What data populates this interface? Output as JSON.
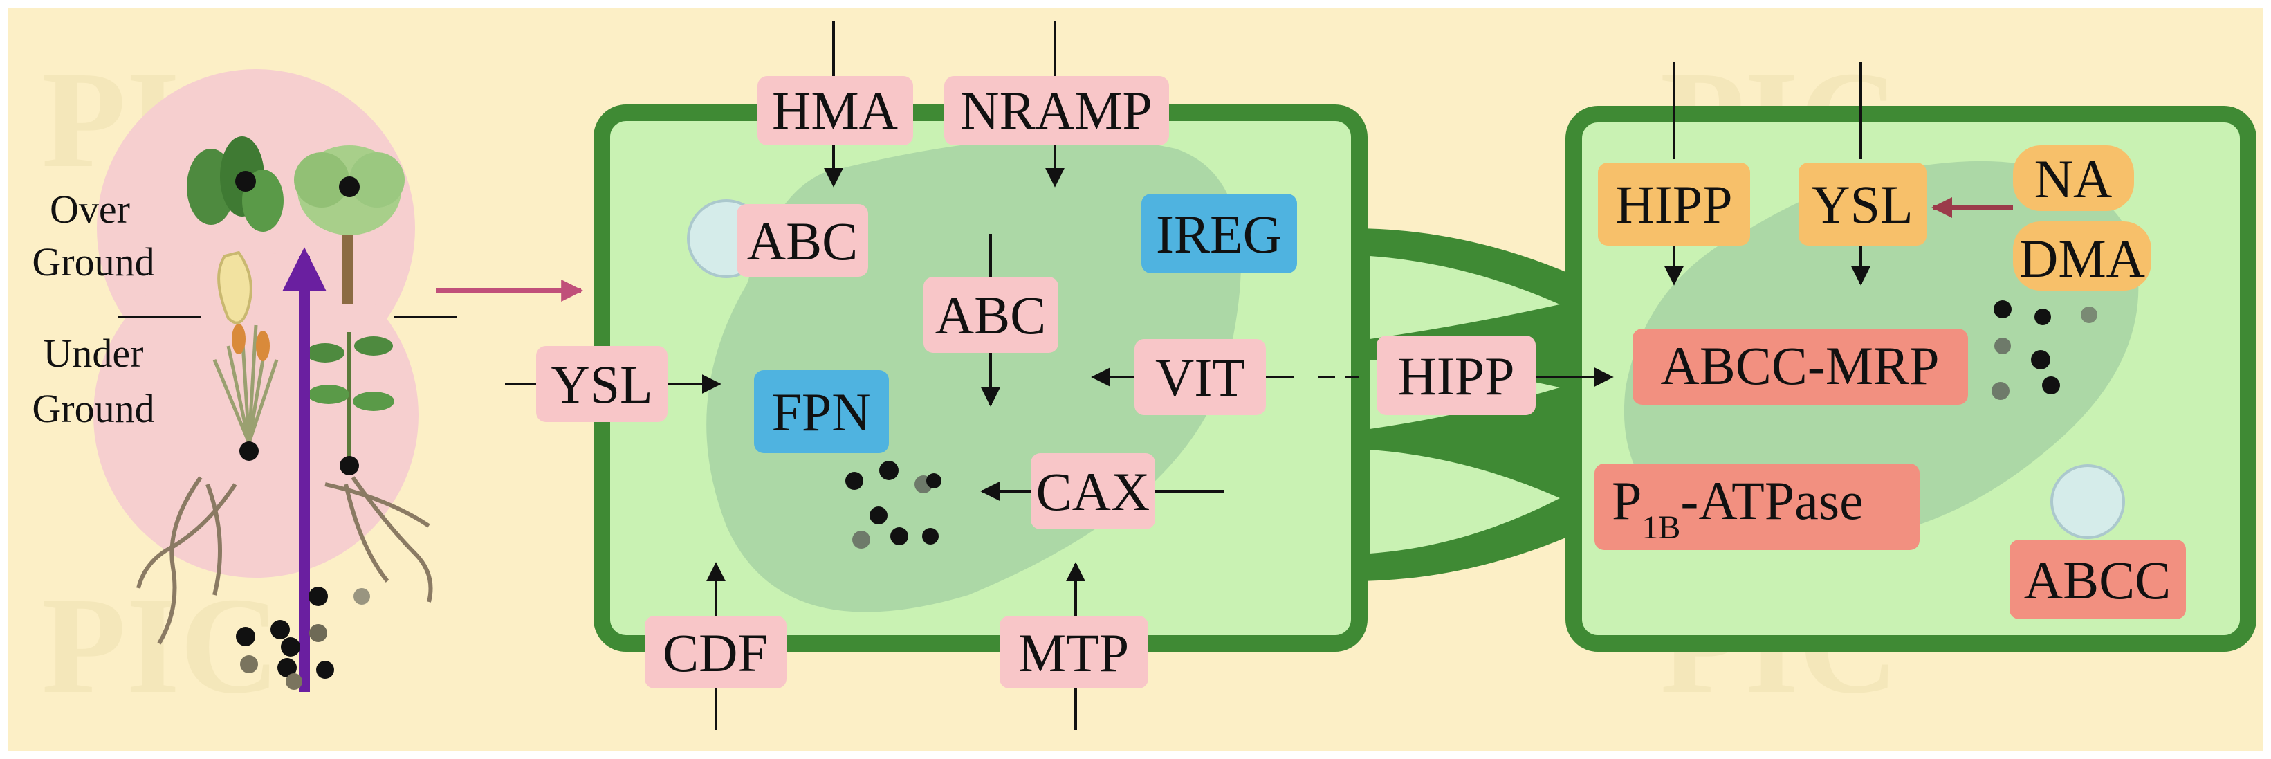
{
  "labels": {
    "over_ground_1": "Over",
    "over_ground_2": "Ground",
    "under_ground_1": "Under",
    "under_ground_2": "Ground"
  },
  "cell1": {
    "hma": "HMA",
    "nramp": "NRAMP",
    "abc_top": "ABC",
    "ireg": "IREG",
    "abc_mid": "ABC",
    "ysl": "YSL",
    "fpn": "FPN",
    "vit": "VIT",
    "cax": "CAX",
    "cdf": "CDF",
    "mtp": "MTP"
  },
  "junction": {
    "hipp": "HIPP"
  },
  "cell2": {
    "hipp": "HIPP",
    "ysl": "YSL",
    "na": "NA",
    "dma": "DMA",
    "abcc_mrp": "ABCC-MRP",
    "p1b_main": "P",
    "p1b_sub": "1B",
    "p1b_rest": "-ATPase",
    "abcc": "ABCC"
  },
  "colors": {
    "background": "#fcefc6",
    "cell_fill": "#c9f2b3",
    "cell_border": "#3f8a34",
    "vacuole": "#9cc9a0",
    "pink_box": "#f8c6c8",
    "blue_box": "#4fb3e0",
    "orange_box": "#f7c06a",
    "red_box": "#f29080",
    "arrow_red": "#9b3b4a",
    "arrow_purple": "#6a1fa0"
  }
}
